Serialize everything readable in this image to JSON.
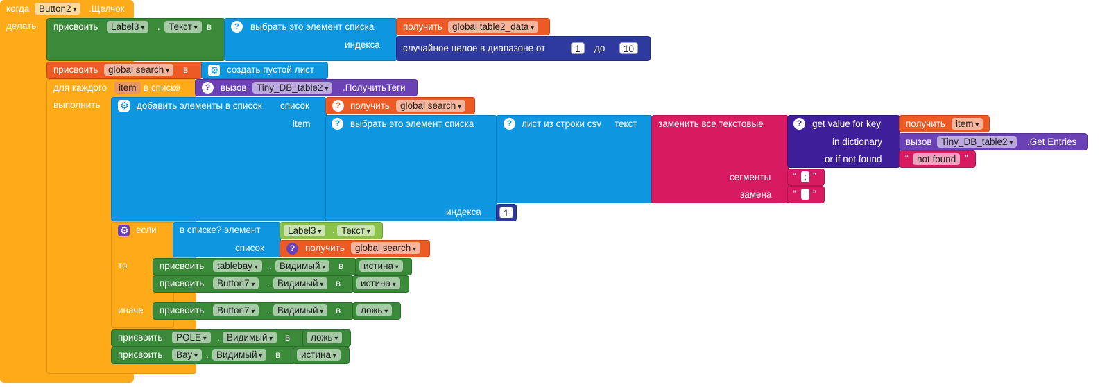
{
  "event": {
    "kw_when": "когда",
    "component": "Button2",
    "event_name": ".Щелчок",
    "kw_do": "делать"
  },
  "set1": {
    "kw_set": "присвоить",
    "component": "Label3",
    "property": "Текст",
    "kw_to": "в",
    "dot": "."
  },
  "select1": {
    "label": "выбрать это элемент списка",
    "index_label": "индекса"
  },
  "get1": {
    "kw_get": "получить",
    "var": "global table2_data"
  },
  "rand": {
    "label": "случайное целое в диапазоне от",
    "from": "1",
    "kw_to": "до",
    "to": "10"
  },
  "set2": {
    "kw_set": "присвоить",
    "var": "global search",
    "kw_to": "в"
  },
  "empty_list": {
    "label": "создать пустой лист"
  },
  "foreach": {
    "kw_for": "для каждого",
    "var": "item",
    "kw_in": "в списке",
    "kw_do": "выполнить"
  },
  "call1": {
    "kw_call": "вызов",
    "component": "Tiny_DB_table2",
    "method": ".ПолучитьТеги"
  },
  "add_items": {
    "label": "добавить элементы в список",
    "kw_list": "список",
    "kw_item": "item"
  },
  "get2": {
    "kw_get": "получить",
    "var": "global search"
  },
  "select2": {
    "label": "выбрать это элемент списка",
    "index_label": "индекса",
    "index": "1"
  },
  "csv": {
    "label": "лист из строки csv",
    "kw_text": "текст"
  },
  "replace": {
    "label": "заменить все текстовые",
    "seg_label": "сегменты",
    "rep_label": "замена",
    "seg_value": ";",
    "rep_value": ""
  },
  "dict": {
    "label": "get value for key",
    "in_dict": "in dictionary",
    "not_found_label": "or if not found",
    "not_found_value": "not found"
  },
  "get_item": {
    "kw_get": "получить",
    "var": "item"
  },
  "call2": {
    "kw_call": "вызов",
    "component": "Tiny_DB_table2",
    "method": ".Get Entries"
  },
  "if_block": {
    "kw_if": "если",
    "kw_then": "то",
    "kw_else": "иначе"
  },
  "in_list": {
    "label": "в списке? элемент",
    "kw_list": "список"
  },
  "cond_label": {
    "component": "Label3",
    "property": "Текст"
  },
  "get3": {
    "kw_get": "получить",
    "var": "global search"
  },
  "set_tablebay": {
    "component": "tablebay",
    "property": "Видимый",
    "value": "истина"
  },
  "set_button7a": {
    "component": "Button7",
    "property": "Видимый",
    "value": "истина"
  },
  "set_button7b": {
    "component": "Button7",
    "property": "Видимый",
    "value": "ложь"
  },
  "set_pole": {
    "component": "POLE",
    "property": "Видимый",
    "value": "ложь"
  },
  "set_bay": {
    "component": "Bay",
    "property": "Видимый",
    "value": "истина"
  },
  "common": {
    "kw_set": "присвоить",
    "kw_to": "в",
    "dot": ".",
    "q_icon": "?",
    "quote_open": "“",
    "quote_close": "”"
  },
  "icons": {
    "help": "question-icon",
    "mutator": "gear-icon"
  }
}
